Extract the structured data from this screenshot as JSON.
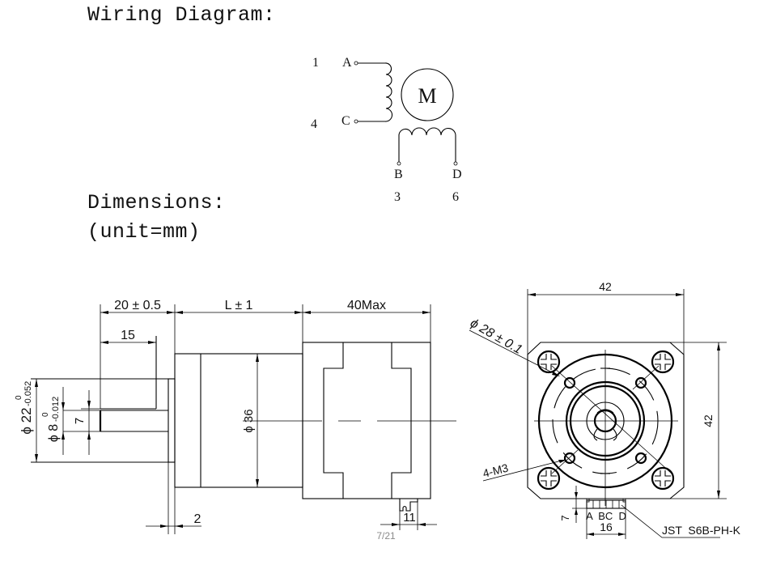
{
  "headings": {
    "wiring": "Wiring Diagram:",
    "dimensions": "Dimensions:",
    "unit": "(unit=mm)"
  },
  "wiring_diagram": {
    "motor_label": "M",
    "pins": [
      {
        "number": "1",
        "wire": "A"
      },
      {
        "number": "4",
        "wire": "C"
      },
      {
        "number": "3",
        "wire": "B"
      },
      {
        "number": "6",
        "wire": "D"
      }
    ]
  },
  "side_view": {
    "shaft_length": "20 ± 0.5",
    "flat_length": "15",
    "body_length": "L ± 1",
    "motor_length": "40Max",
    "pilot_diameter": "ϕ 22",
    "pilot_tol_upper": "0",
    "pilot_tol_lower": "-0.052",
    "shaft_diameter": "ϕ 8",
    "shaft_tol_upper": "0",
    "shaft_tol_lower": "-0.012",
    "flat_depth": "7",
    "gearbox_diameter": "ϕ 36",
    "flange_thickness": "2",
    "connector_offset": "11"
  },
  "front_view": {
    "width": "42",
    "height": "42",
    "bolt_circle": "ϕ 28 ± 0.1",
    "mount_holes": "4-M3",
    "connector_depth": "7",
    "connector_pins": "A  BC  D",
    "connector_width": "16",
    "connector_part": "JST  S6B-PH-K"
  },
  "page_indicator": "7/21"
}
